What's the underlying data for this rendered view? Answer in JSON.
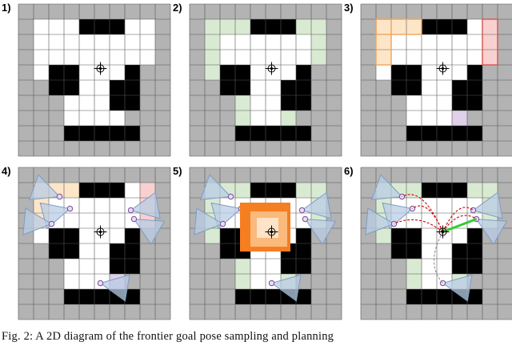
{
  "panels": [
    {
      "label": "1)",
      "variant": "map"
    },
    {
      "label": "2)",
      "variant": "frontier-cells"
    },
    {
      "label": "3)",
      "variant": "frontier-clusters"
    },
    {
      "label": "4)",
      "variant": "pose-sampling"
    },
    {
      "label": "5)",
      "variant": "robot-footprint"
    },
    {
      "label": "6)",
      "variant": "planning"
    }
  ],
  "caption": "Fig.  2: A 2D diagram of the frontier goal pose sampling and planning",
  "colors": {
    "occupied": "#000000",
    "unknown": "#b3b3b3",
    "free": "#ffffff",
    "frontier": "#d9ead3",
    "cluster_orange": "#fde6c8",
    "cluster_orange_edge": "#f0a35a",
    "cluster_red": "#f8d0d0",
    "cluster_red_edge": "#d9534f",
    "cluster_purple": "#ddd0e8",
    "view_cone": "#b8cce4",
    "view_cone_edge": "#7e9cc0",
    "robot_orange": "#f57e20",
    "robot_light": "#fbb97c",
    "path_red": "#cc0000",
    "path_gray": "#888888",
    "path_green": "#33cc33"
  },
  "icons": [
    "robot-icon",
    "pose-marker-icon",
    "view-cone-icon"
  ]
}
